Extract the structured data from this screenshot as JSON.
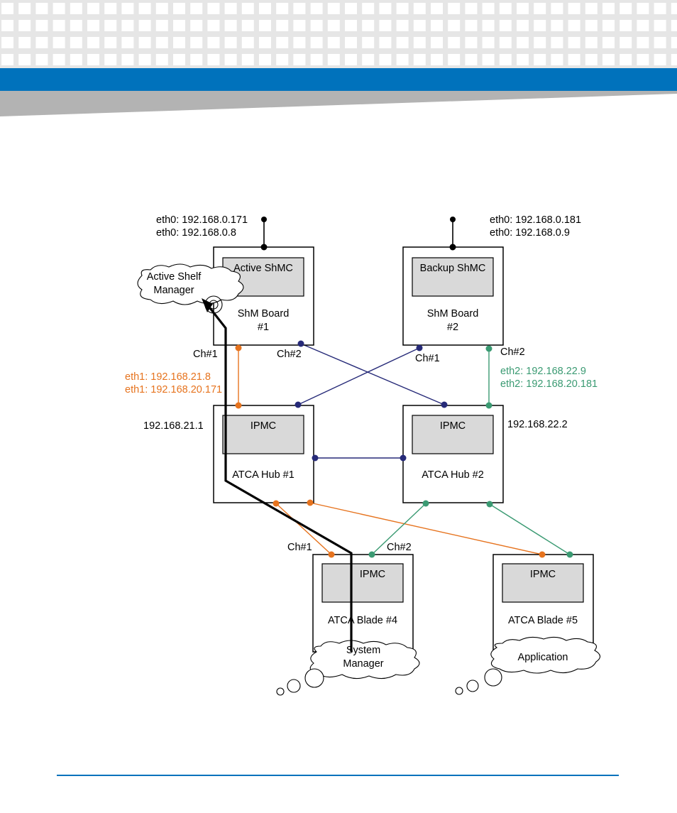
{
  "colors": {
    "header_pattern_bg": "#e6e6e6",
    "header_pattern_square": "#ffffff",
    "header_bar": "#0072bc",
    "header_wedge": "#b3b3b3",
    "footer_rule": "#0072bc",
    "base1_orange": "#e6731e",
    "base2_green": "#3a9a72",
    "fabric_navy": "#262a78",
    "black": "#000000",
    "shmc_fill": "#d9d9d9"
  },
  "shm_board_1": {
    "eth0_a": "eth0: 192.168.0.171",
    "eth0_b": "eth0: 192.168.0.8",
    "controller": "Active ShMC",
    "board_line1": "ShM Board",
    "board_line2": "#1",
    "ch1": "Ch#1",
    "ch2": "Ch#2",
    "eth1_a": "eth1: 192.168.21.8",
    "eth1_b": "eth1: 192.168.20.171"
  },
  "shm_board_2": {
    "eth0_a": "eth0: 192.168.0.181",
    "eth0_b": "eth0: 192.168.0.9",
    "controller": "Backup ShMC",
    "board_line1": "ShM Board",
    "board_line2": "#2",
    "ch1": "Ch#1",
    "ch2": "Ch#2",
    "eth2_a": "eth2: 192.168.22.9",
    "eth2_b": "eth2: 192.168.20.181"
  },
  "active_shelf_cloud": {
    "line1": "Active Shelf",
    "line2": "Manager"
  },
  "hub_1": {
    "ip": "192.168.21.1",
    "ipmc": "IPMC",
    "label": "ATCA Hub #1"
  },
  "hub_2": {
    "ip": "192.168.22.2",
    "ipmc": "IPMC",
    "label": "ATCA Hub #2"
  },
  "blade_4": {
    "ch1": "Ch#1",
    "ch2": "Ch#2",
    "ipmc": "IPMC",
    "label": "ATCA Blade #4",
    "cloud_line1": "System",
    "cloud_line2": "Manager"
  },
  "blade_5": {
    "ipmc": "IPMC",
    "label": "ATCA Blade #5",
    "cloud_line1": "Application"
  }
}
